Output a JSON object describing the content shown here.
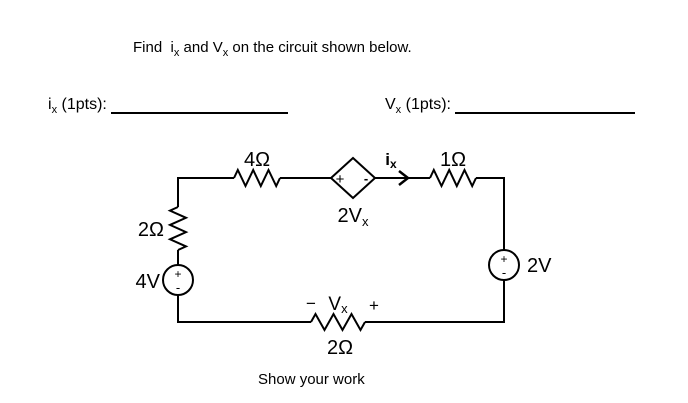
{
  "title": {
    "p1": "Find  i",
    "s1": "x",
    "p2": " and V",
    "s2": "x",
    "p3": " on the circuit shown below."
  },
  "answers": {
    "ix": {
      "base": "i",
      "sub": "x",
      "suffix": " (1pts):"
    },
    "vx": {
      "base": "V",
      "sub": "x",
      "suffix": " (1pts):"
    }
  },
  "circuit": {
    "resistors": {
      "top_left": "4Ω",
      "top_right": "1Ω",
      "left": "2Ω",
      "bottom": "2Ω"
    },
    "sources": {
      "left": {
        "value": "4V",
        "plus": "+",
        "minus": "-"
      },
      "right": {
        "value": "2V",
        "plus": "+",
        "minus": "-"
      },
      "dependent": {
        "gain": "2V",
        "sub": "x",
        "plus": "+",
        "minus": "-"
      }
    },
    "labels": {
      "current": {
        "base": "i",
        "sub": "x"
      },
      "vx": {
        "minus": "−",
        "base": "V",
        "sub": "x",
        "plus": "+"
      }
    }
  },
  "footer": {
    "note": "Show your work"
  },
  "colors": {
    "ink": "#000000",
    "background": "#ffffff"
  }
}
